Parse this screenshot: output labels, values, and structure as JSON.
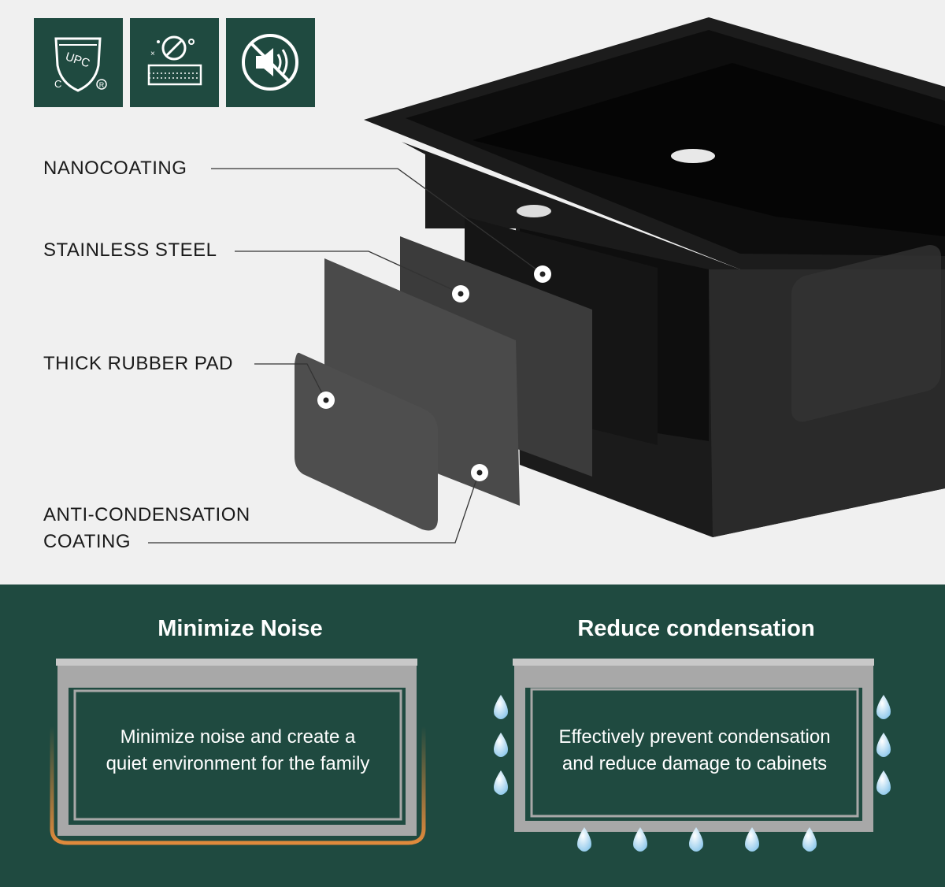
{
  "badges": [
    {
      "icon": "upc-certification-icon",
      "text": "UPC"
    },
    {
      "icon": "anti-bacteria-nanocoating-icon"
    },
    {
      "icon": "mute-speaker-icon"
    }
  ],
  "layers": [
    {
      "label": "NANOCOATING"
    },
    {
      "label": "STAINLESS STEEL"
    },
    {
      "label": "THICK RUBBER PAD"
    },
    {
      "label": "ANTI-CONDENSATION\nCOATING"
    }
  ],
  "panels": {
    "noise": {
      "title": "Minimize Noise",
      "text": "Minimize noise and create a\nquiet environment for the family"
    },
    "condensation": {
      "title": "Reduce condensation",
      "text": "Effectively prevent condensation\nand reduce damage to cabinets"
    }
  },
  "colors": {
    "brand_green": "#1f4a40",
    "background": "#f0f0f0",
    "noise_glow": "#e08a3c",
    "water_drop": "#bfe3f7"
  }
}
